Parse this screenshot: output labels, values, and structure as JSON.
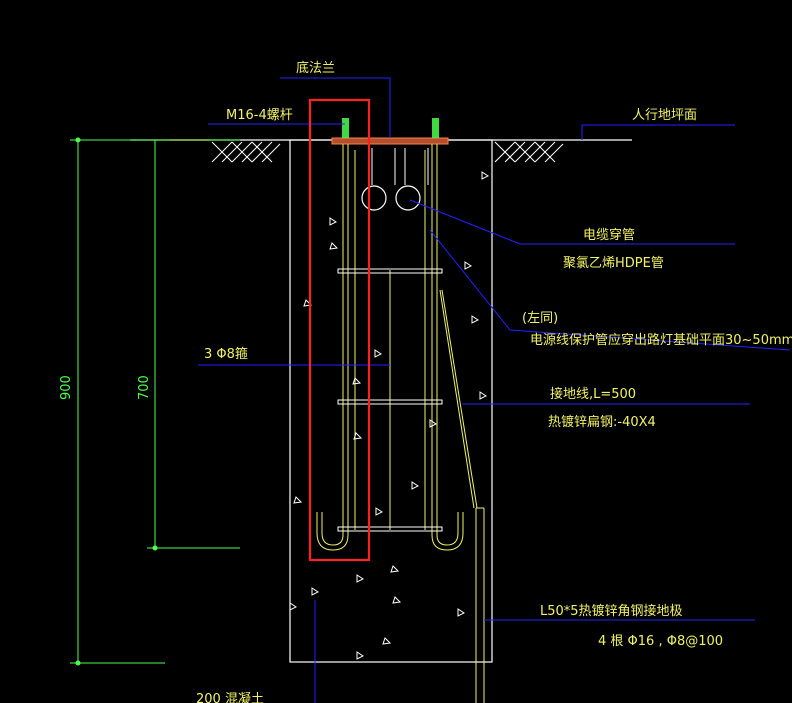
{
  "labels": {
    "base_flange": "底法兰",
    "bolt": "M16-4螺杆",
    "pedestrian_ground": "人行地坪面",
    "cable_conduit": "电缆穿管",
    "hdpe_pipe": "聚氯乙烯HDPE管",
    "same_left": "(左同)",
    "conduit_note": "电源线保护管应穿出路灯基础平面30~50mm",
    "stirrup": "3 Φ8箍",
    "ground_wire": "接地线,L=500",
    "flat_steel": "热镀锌扁钢:-40X4",
    "angle_steel": "L50*5热镀锌角钢接地极",
    "rebar": "4 根  Φ16 ,  Φ8@100",
    "bottom_partial": "200 混凝土"
  },
  "dimensions": {
    "total_depth": "900",
    "inner_depth": "700"
  },
  "colors": {
    "background": "#000000",
    "dim_green": "#4cff4c",
    "text_yellow": "#f2f266",
    "leader_blue": "#2222ff",
    "outline_white": "#ffffff",
    "highlight_red": "#ff2020"
  }
}
